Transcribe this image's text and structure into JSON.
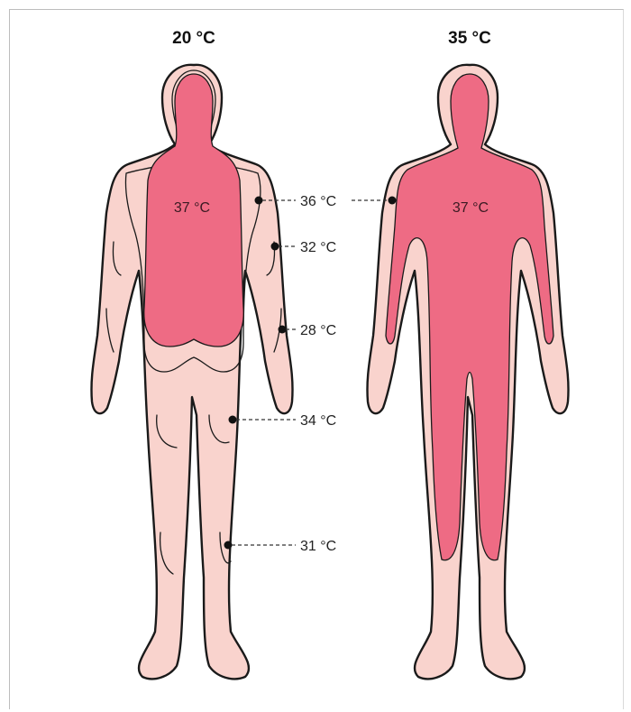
{
  "left_figure": {
    "ambient_label": "20 °C",
    "core_label": "37 °C"
  },
  "right_figure": {
    "ambient_label": "35 °C",
    "core_label": "37 °C"
  },
  "callouts": [
    {
      "id": "shoulder",
      "label": "36 °C"
    },
    {
      "id": "upper-arm",
      "label": "32 °C"
    },
    {
      "id": "forearm",
      "label": "28 °C"
    },
    {
      "id": "thigh",
      "label": "34 °C"
    },
    {
      "id": "calf",
      "label": "31 °C"
    }
  ],
  "colors": {
    "core": "#ee6b84",
    "shell": "#f9d3cd",
    "outline": "#1a1a1a"
  }
}
